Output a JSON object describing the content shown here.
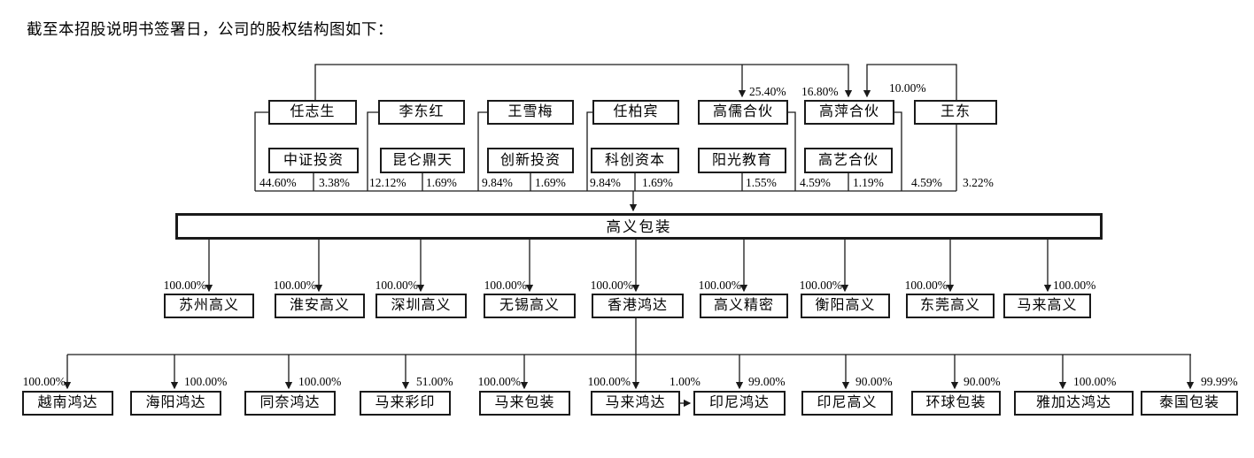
{
  "title": "截至本招股说明书签署日，公司的股权结构图如下：",
  "company": {
    "name": "高义包装"
  },
  "colors": {
    "line": "#1a1a1a",
    "box_border": "#1a1a1a",
    "background": "#ffffff"
  },
  "top_links": {
    "renzhisheng_to_gaoru": "25.40%",
    "renzhisheng_to_gaoping": "16.80%",
    "wangdong_to_gaoping": "10.00%"
  },
  "row1": [
    {
      "name": "任志生",
      "pct": "44.60%"
    },
    {
      "name": "李东红",
      "pct": "12.12%"
    },
    {
      "name": "王雪梅",
      "pct": "9.84%"
    },
    {
      "name": "任柏宾",
      "pct": "9.84%"
    },
    {
      "name": "高儒合伙",
      "pct": "4.59%"
    },
    {
      "name": "高萍合伙",
      "pct": "4.59%"
    },
    {
      "name": "王东",
      "pct": "3.22%"
    }
  ],
  "row2": [
    {
      "name": "中证投资",
      "pct": "3.38%"
    },
    {
      "name": "昆仑鼎天",
      "pct": "1.69%"
    },
    {
      "name": "创新投资",
      "pct": "1.69%"
    },
    {
      "name": "科创资本",
      "pct": "1.69%"
    },
    {
      "name": "阳光教育",
      "pct": "1.55%"
    },
    {
      "name": "高艺合伙",
      "pct": "1.19%"
    }
  ],
  "row3": [
    {
      "name": "苏州高义",
      "pct": "100.00%"
    },
    {
      "name": "淮安高义",
      "pct": "100.00%"
    },
    {
      "name": "深圳高义",
      "pct": "100.00%"
    },
    {
      "name": "无锡高义",
      "pct": "100.00%"
    },
    {
      "name": "香港鸿达",
      "pct": "100.00%"
    },
    {
      "name": "高义精密",
      "pct": "100.00%"
    },
    {
      "name": "衡阳高义",
      "pct": "100.00%"
    },
    {
      "name": "东莞高义",
      "pct": "100.00%"
    },
    {
      "name": "马来高义",
      "pct": "100.00%"
    }
  ],
  "row4": [
    {
      "name": "越南鸿达",
      "pct": "100.00%"
    },
    {
      "name": "海阳鸿达",
      "pct": "100.00%"
    },
    {
      "name": "同奈鸿达",
      "pct": "100.00%"
    },
    {
      "name": "马来彩印",
      "pct": "51.00%"
    },
    {
      "name": "马来包装",
      "pct": "100.00%"
    },
    {
      "name": "马来鸿达",
      "pct": "100.00%"
    },
    {
      "name": "印尼鸿达",
      "pct": "99.00%"
    },
    {
      "name": "印尼高义",
      "pct": "90.00%"
    },
    {
      "name": "环球包装",
      "pct": "90.00%"
    },
    {
      "name": "雅加达鸿达",
      "pct": "100.00%"
    },
    {
      "name": "泰国包装",
      "pct": "99.99%"
    }
  ],
  "cross_link": {
    "from": "马来鸿达",
    "to": "印尼鸿达",
    "pct": "1.00%"
  }
}
